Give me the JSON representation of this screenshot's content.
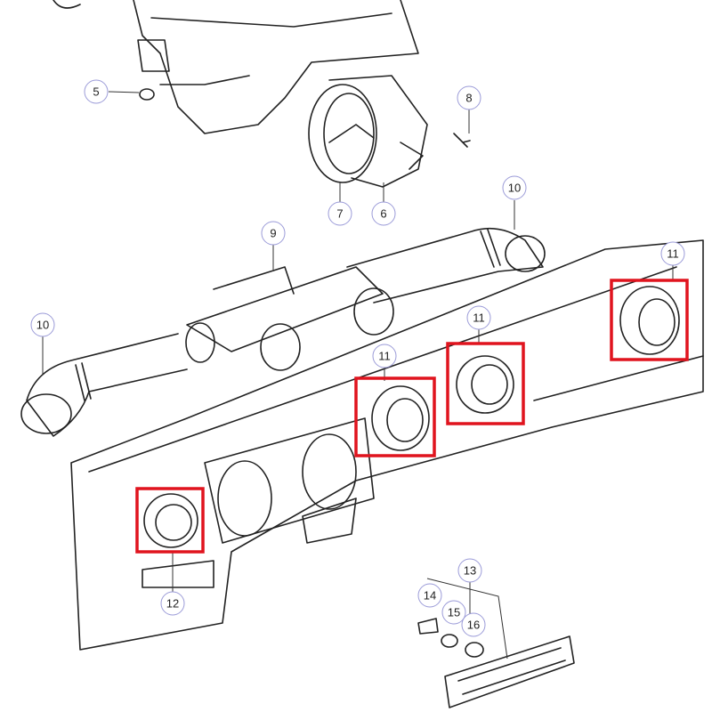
{
  "diagram": {
    "callouts": [
      "5",
      "8",
      "10",
      "7",
      "6",
      "9",
      "10",
      "11",
      "11",
      "11",
      "11",
      "12",
      "13",
      "14",
      "15",
      "16"
    ],
    "highlight_color": "#e0141e",
    "highlighted_parts": [
      "11",
      "11",
      "11",
      "11"
    ]
  }
}
